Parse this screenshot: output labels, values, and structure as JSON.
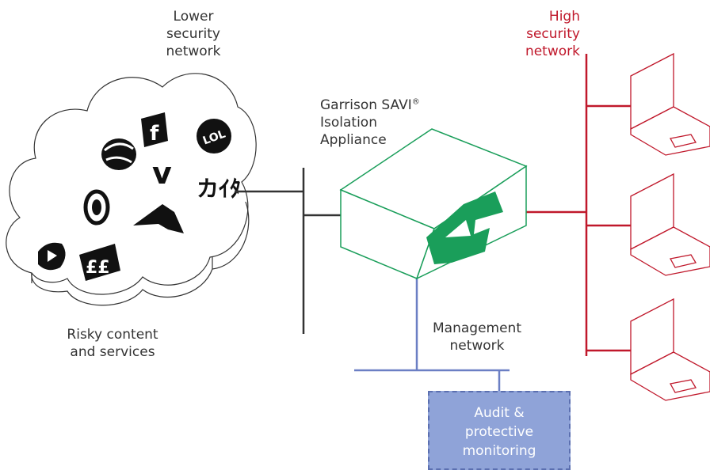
{
  "labels": {
    "lower_security": [
      "Lower",
      "security",
      "network"
    ],
    "high_security": [
      "High",
      "security",
      "network"
    ],
    "appliance": [
      "Garrison SAVI",
      "Isolation",
      "Appliance"
    ],
    "appliance_mark": "®",
    "risky": [
      "Risky content",
      "and services"
    ],
    "management": [
      "Management",
      "network"
    ],
    "audit": [
      "Audit &",
      "protective",
      "monitoring"
    ]
  },
  "service_icons": [
    "bird-app-icon",
    "facebook-icon",
    "lol-icon",
    "vimeo-icon",
    "kana-logo-icon",
    "al-jazeera-icon",
    "dog-icon",
    "youtube-icon",
    "ft-icon"
  ],
  "colors": {
    "lower_line": "#333333",
    "high_line": "#c0182b",
    "appliance": "#1a9e5a",
    "management_line": "#6b7fc4",
    "audit_fill": "#8fa3d8"
  }
}
